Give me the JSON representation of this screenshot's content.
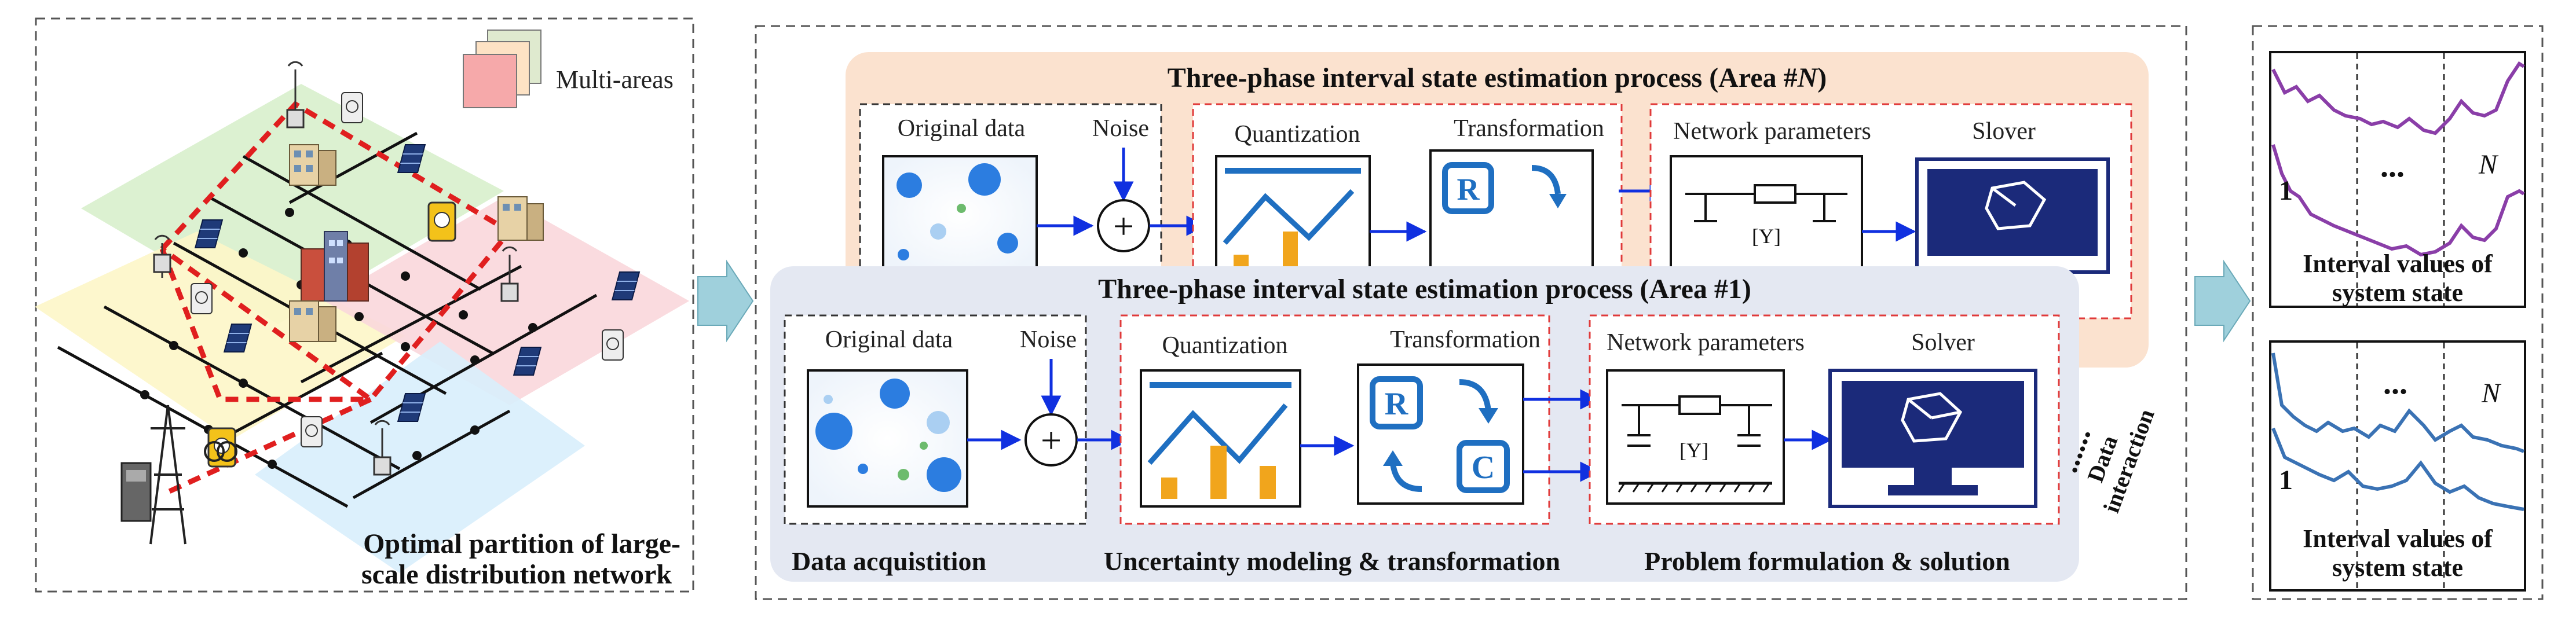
{
  "left_panel": {
    "legend_label": "Multi-areas",
    "caption_line1": "Optimal partition of large-",
    "caption_line2": "scale distribution network"
  },
  "area_n": {
    "title_prefix": "Three-phase interval state estimation process (Area #",
    "title_var": "N",
    "title_suffix": ")",
    "original_data": "Original data",
    "noise": "Noise",
    "quantization": "Quantization",
    "transformation": "Transformation",
    "network_parameters": "Network parameters",
    "solver": "Slover"
  },
  "area_1": {
    "title": "Three-phase interval state estimation process (Area #1)",
    "original_data": "Original data",
    "noise": "Noise",
    "quantization": "Quantization",
    "transformation": "Transformation",
    "network_parameters": "Network parameters",
    "solver": "Solver",
    "stage_data": "Data acquistition",
    "stage_uncertainty": "Uncertainty modeling & transformation",
    "stage_problem": "Problem formulation & solution"
  },
  "symbols": {
    "plus": "+",
    "admittance": "[Y]",
    "r_letter": "R",
    "c_letter": "C",
    "ellipsis": "…"
  },
  "data_interaction": {
    "dots": "......",
    "line1": "Data",
    "line2": "interaction"
  },
  "right_panel": {
    "top": {
      "label_one": "1",
      "label_n": "N",
      "dots": "...",
      "caption_line1": "Interval values of",
      "caption_line2": "system state"
    },
    "bottom": {
      "label_one": "1",
      "label_n": "N",
      "dots": "...",
      "caption_line1": "Interval values of",
      "caption_line2": "system state"
    }
  },
  "colors": {
    "area_n_bg": "#fbe2cf",
    "area_1_bg": "#e4e8f2",
    "accent_blue": "#1f6fc1",
    "arrow_blue": "#1030e0",
    "dash_red": "#e03a3a",
    "purple_curve": "#8a3ea8",
    "blue_curve": "#3a72b4",
    "gold": "#f1a51c",
    "navy": "#1b2a7a"
  }
}
